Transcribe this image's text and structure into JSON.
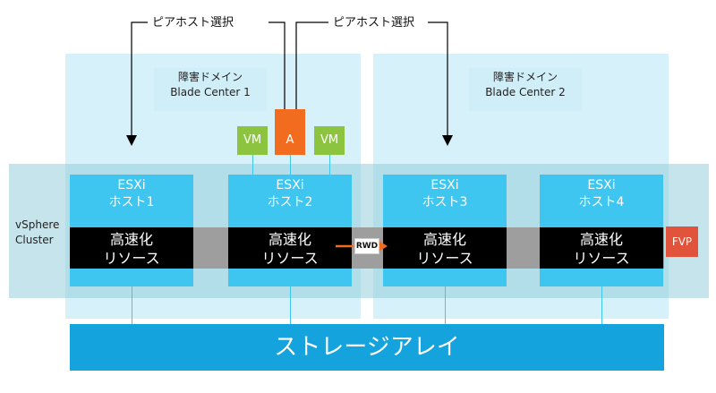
{
  "callouts": [
    {
      "label": "ピアホスト選択"
    },
    {
      "label": "ピアホスト選択"
    }
  ],
  "domains": [
    {
      "title": "障害ドメイン",
      "subtitle": "Blade Center 1"
    },
    {
      "title": "障害ドメイン",
      "subtitle": "Blade Center 2"
    }
  ],
  "cluster": {
    "line1": "vSphere",
    "line2": "Cluster"
  },
  "vms": [
    "VM",
    "A",
    "VM"
  ],
  "hosts": [
    {
      "line1": "ESXi",
      "line2": "ホスト1",
      "accel1": "高速化",
      "accel2": "リソース"
    },
    {
      "line1": "ESXi",
      "line2": "ホスト2",
      "accel1": "高速化",
      "accel2": "リソース"
    },
    {
      "line1": "ESXi",
      "line2": "ホスト3",
      "accel1": "高速化",
      "accel2": "リソース"
    },
    {
      "line1": "ESXi",
      "line2": "ホスト4",
      "accel1": "高速化",
      "accel2": "リソース"
    }
  ],
  "rwd_label": "RWD",
  "fvp_label": "FVP",
  "storage_label": "ストレージアレイ",
  "colors": {
    "host": "#3ec6f1",
    "vm_green": "#8cc43f",
    "vm_orange": "#f26c1f",
    "fvp": "#e2533c",
    "storage": "#14a3dc"
  }
}
